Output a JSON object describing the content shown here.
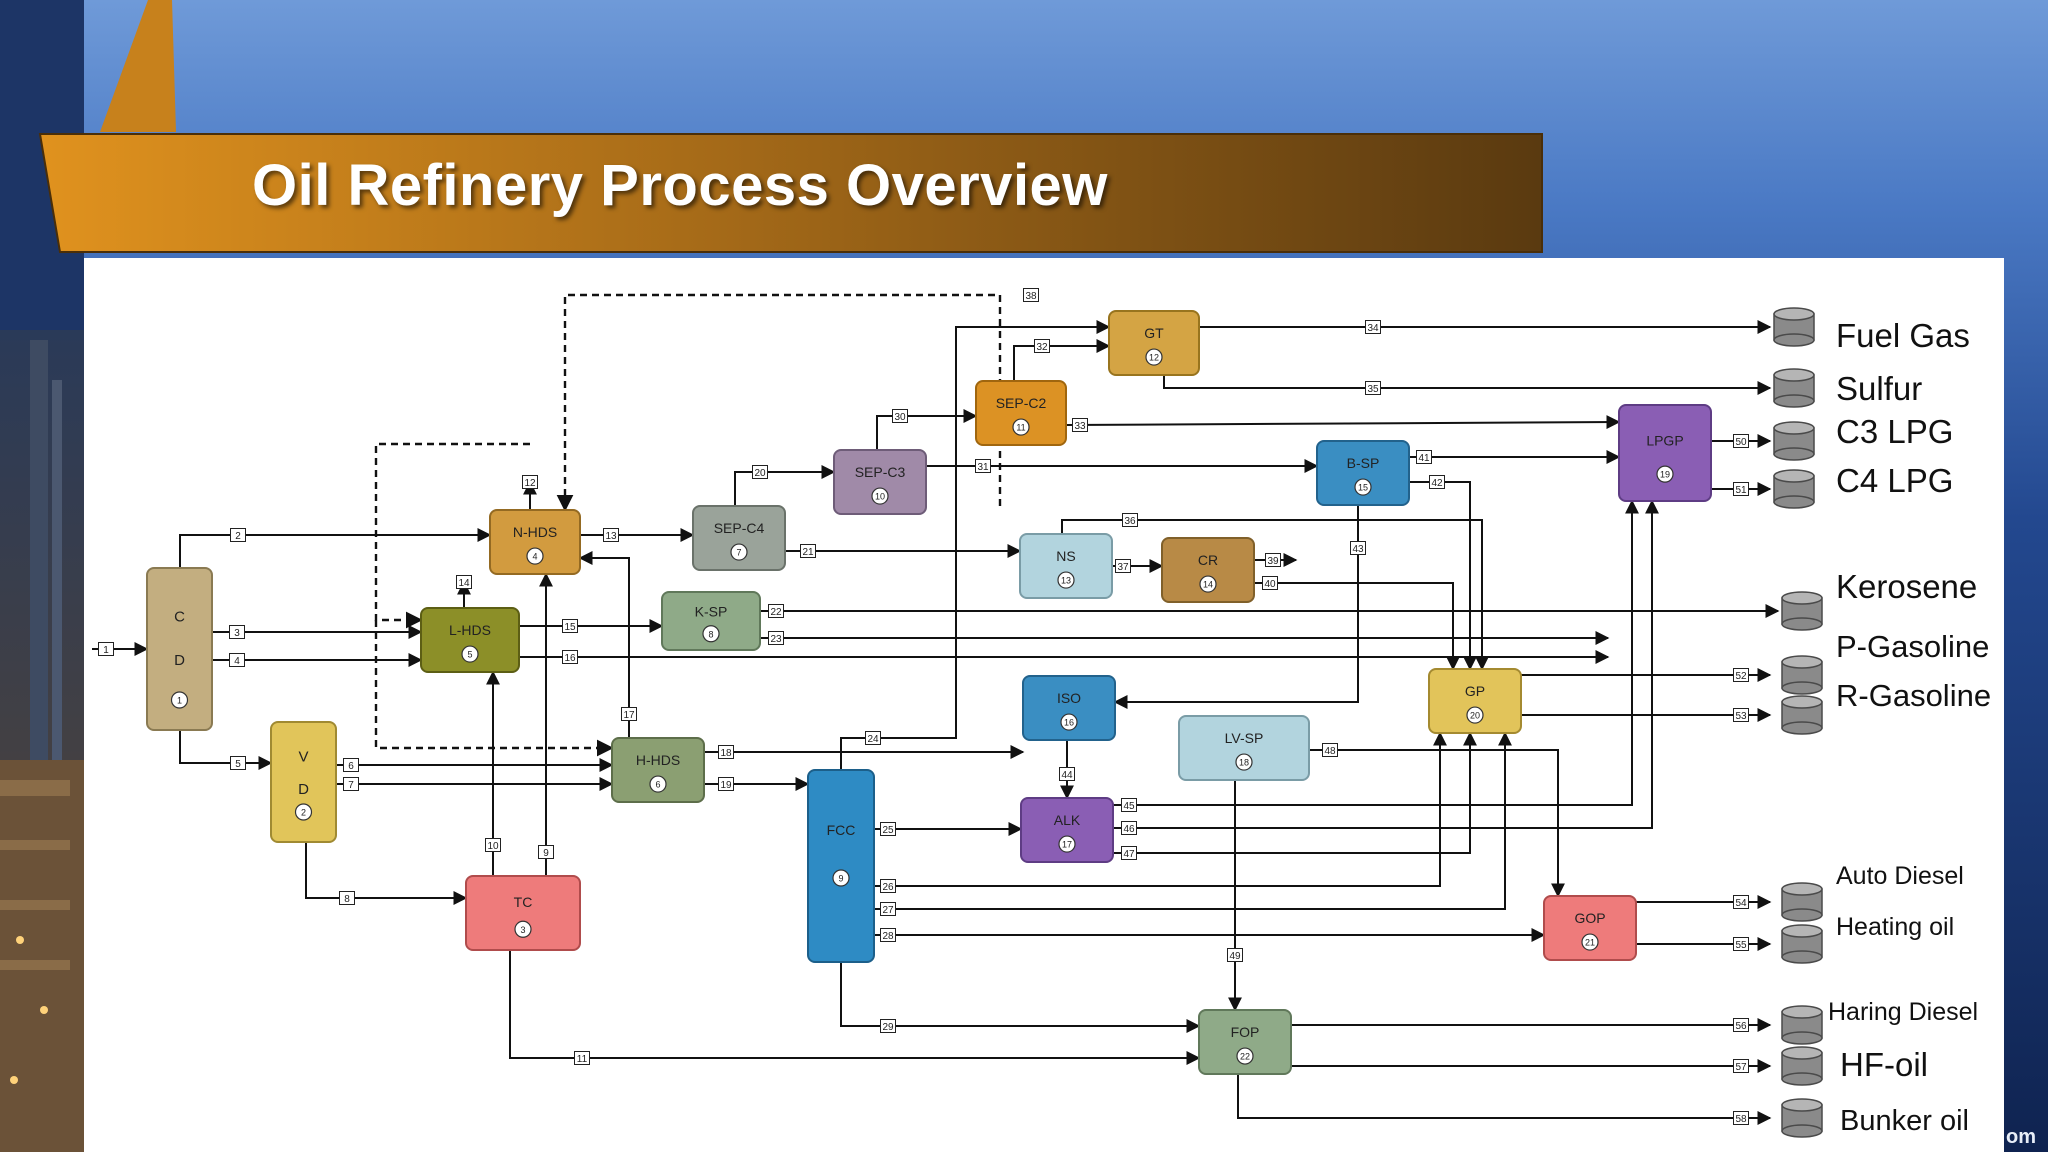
{
  "slide": {
    "title": "Oil Refinery Process Overview",
    "watermark": "om"
  },
  "colors": {
    "banner": "#c8801a",
    "background_top": "#6f9ad8",
    "background_bottom": "#0f2350"
  },
  "units": [
    {
      "id": "cd",
      "line1": "C",
      "line2": "D",
      "num": "1",
      "color": "#c3ae80",
      "stroke": "#8a7a52"
    },
    {
      "id": "vd",
      "line1": "V",
      "line2": "D",
      "num": "2",
      "color": "#e1c55a",
      "stroke": "#a08a32"
    },
    {
      "id": "tc",
      "line1": "TC",
      "num": "3",
      "color": "#ee7b7b",
      "stroke": "#b04c4c"
    },
    {
      "id": "nhds",
      "line1": "N-HDS",
      "num": "4",
      "color": "#d29b3f",
      "stroke": "#946a22"
    },
    {
      "id": "lhds",
      "line1": "L-HDS",
      "num": "5",
      "color": "#8c8f28",
      "stroke": "#5c5e14"
    },
    {
      "id": "hhds",
      "line1": "H-HDS",
      "num": "6",
      "color": "#8b9f72",
      "stroke": "#5d6e4a"
    },
    {
      "id": "sepc4",
      "line1": "SEP-C4",
      "num": "7",
      "color": "#9aa39a",
      "stroke": "#6a726a"
    },
    {
      "id": "ksp",
      "line1": "K-SP",
      "num": "8",
      "color": "#8faa88",
      "stroke": "#60785a"
    },
    {
      "id": "fcc",
      "line1": "FCC",
      "num": "9",
      "color": "#2e8bc4",
      "stroke": "#1c5f8a"
    },
    {
      "id": "sepc3",
      "line1": "SEP-C3",
      "num": "10",
      "color": "#a08aa8",
      "stroke": "#6e5c78"
    },
    {
      "id": "sepc2",
      "line1": "SEP-C2",
      "num": "11",
      "color": "#dc9224",
      "stroke": "#a0660e"
    },
    {
      "id": "gt",
      "line1": "GT",
      "num": "12",
      "color": "#d4a444",
      "stroke": "#98741e"
    },
    {
      "id": "ns",
      "line1": "NS",
      "num": "13",
      "color": "#b2d4de",
      "stroke": "#7a9ca6"
    },
    {
      "id": "cr",
      "line1": "CR",
      "num": "14",
      "color": "#b88a46",
      "stroke": "#80602a"
    },
    {
      "id": "bsp",
      "line1": "B-SP",
      "num": "15",
      "color": "#3a8ec2",
      "stroke": "#22628c"
    },
    {
      "id": "iso",
      "line1": "ISO",
      "num": "16",
      "color": "#3a8ec2",
      "stroke": "#22628c"
    },
    {
      "id": "alk",
      "line1": "ALK",
      "num": "17",
      "color": "#8a5eb4",
      "stroke": "#5e3c84"
    },
    {
      "id": "lvsp",
      "line1": "LV-SP",
      "num": "18",
      "color": "#b2d4de",
      "stroke": "#7a9ca6"
    },
    {
      "id": "lpgp",
      "line1": "LPGP",
      "num": "19",
      "color": "#8a5eb4",
      "stroke": "#5e3c84"
    },
    {
      "id": "gp",
      "line1": "GP",
      "num": "20",
      "color": "#e2c45a",
      "stroke": "#a48a30"
    },
    {
      "id": "gop",
      "line1": "GOP",
      "num": "21",
      "color": "#ee7b7b",
      "stroke": "#b04c4c"
    },
    {
      "id": "fop",
      "line1": "FOP",
      "num": "22",
      "color": "#8faa88",
      "stroke": "#60785a"
    }
  ],
  "stream_labels": [
    "1",
    "2",
    "3",
    "4",
    "5",
    "6",
    "7",
    "8",
    "9",
    "10",
    "11",
    "12",
    "13",
    "14",
    "15",
    "16",
    "17",
    "18",
    "19",
    "20",
    "21",
    "22",
    "23",
    "24",
    "25",
    "26",
    "27",
    "28",
    "29",
    "30",
    "31",
    "32",
    "33",
    "34",
    "35",
    "36",
    "37",
    "38",
    "39",
    "40",
    "41",
    "42",
    "43",
    "44",
    "45",
    "46",
    "47",
    "48",
    "49",
    "50",
    "51",
    "52",
    "53",
    "54",
    "55",
    "56",
    "57",
    "58"
  ],
  "products": [
    {
      "id": "fuel-gas",
      "label": "Fuel Gas"
    },
    {
      "id": "sulfur",
      "label": "Sulfur"
    },
    {
      "id": "c3-lpg",
      "label": "C3 LPG"
    },
    {
      "id": "c4-lpg",
      "label": "C4 LPG"
    },
    {
      "id": "kerosene",
      "label": "Kerosene"
    },
    {
      "id": "p-gasoline",
      "label": "P-Gasoline"
    },
    {
      "id": "r-gasoline",
      "label": "R-Gasoline"
    },
    {
      "id": "auto-diesel",
      "label": "Auto Diesel"
    },
    {
      "id": "heating-oil",
      "label": "Heating oil"
    },
    {
      "id": "haring-diesel",
      "label": "Haring Diesel"
    },
    {
      "id": "hf-oil",
      "label": "HF-oil"
    },
    {
      "id": "bunker-oil",
      "label": "Bunker oil"
    }
  ]
}
